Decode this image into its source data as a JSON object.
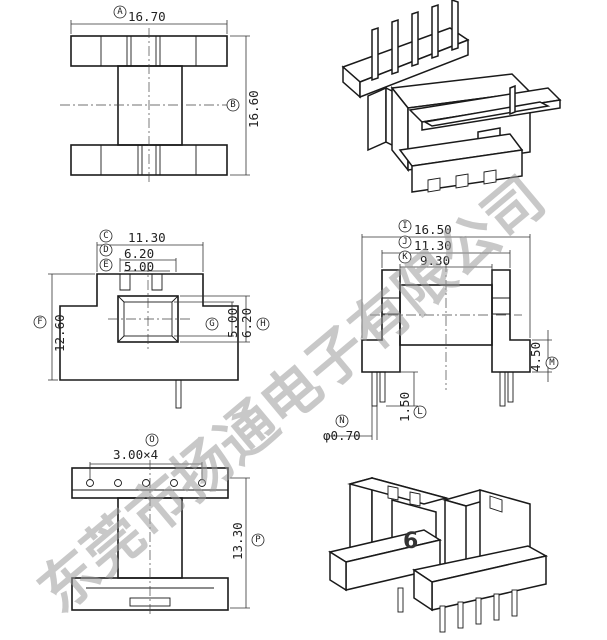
{
  "drawing": {
    "view1": {
      "width_label": "16.70",
      "width_marker": "A",
      "height_label": "16.60",
      "height_marker": "B"
    },
    "view2": {
      "dims": [
        {
          "marker": "C",
          "label": "11.30"
        },
        {
          "marker": "D",
          "label": "6.20"
        },
        {
          "marker": "E",
          "label": "5.00"
        }
      ],
      "left_height": {
        "marker": "F",
        "label": "12.60"
      },
      "inner_h1": {
        "marker": "G",
        "label": "5.00"
      },
      "inner_h2": {
        "marker": "H",
        "label": "6.20"
      }
    },
    "view3": {
      "dims": [
        {
          "marker": "I",
          "label": "16.50"
        },
        {
          "marker": "J",
          "label": "11.30"
        },
        {
          "marker": "K",
          "label": "9.30"
        }
      ],
      "flange_height": {
        "marker": "M",
        "label": "4.50"
      },
      "pin_length": {
        "marker": "L",
        "label": "1.50"
      },
      "pin_dia": {
        "marker": "N",
        "label": "φ0.70"
      }
    },
    "view4": {
      "pitch": {
        "marker": "O",
        "label": "3.00×4"
      },
      "height": {
        "marker": "P",
        "label": "13.30"
      }
    },
    "badge": "6",
    "watermark": "东莞市扬通电子有限公司"
  }
}
